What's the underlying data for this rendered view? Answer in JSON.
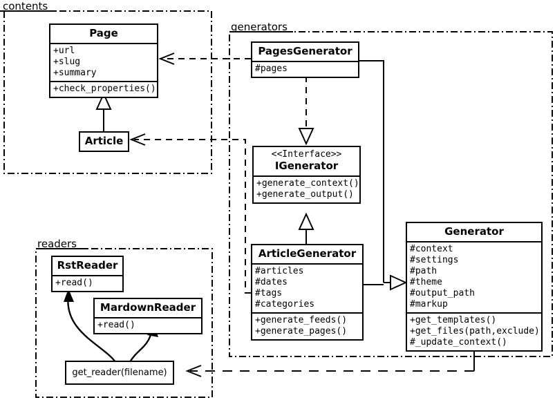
{
  "diagram": {
    "title": "UML class diagram",
    "stroke_color": "#000000",
    "background_color": "#ffffff"
  },
  "packages": [
    {
      "id": "contents",
      "label": "contents"
    },
    {
      "id": "generators",
      "label": "generators"
    },
    {
      "id": "readers",
      "label": "readers"
    }
  ],
  "classes": [
    {
      "id": "page",
      "name": "Page",
      "attributes": [
        "+url",
        "+slug",
        "+summary"
      ],
      "methods": [
        "+check_properties()"
      ]
    },
    {
      "id": "article",
      "name": "Article",
      "attributes": [],
      "methods": []
    },
    {
      "id": "pages_generator",
      "name": "PagesGenerator",
      "attributes": [
        "#pages"
      ],
      "methods": []
    },
    {
      "id": "igenerator",
      "stereotype": "<<Interface>>",
      "name": "IGenerator",
      "attributes": [],
      "methods": [
        "+generate_context()",
        "+generate_output()"
      ]
    },
    {
      "id": "article_generator",
      "name": "ArticleGenerator",
      "attributes": [
        "#articles",
        "#dates",
        "#tags",
        "#categories"
      ],
      "methods": [
        "+generate_feeds()",
        "+generate_pages()"
      ]
    },
    {
      "id": "generator",
      "name": "Generator",
      "attributes": [
        "#context",
        "#settings",
        "#path",
        "#theme",
        "#output_path",
        "#markup"
      ],
      "methods": [
        "+get_templates()",
        "+get_files(path,exclude)",
        "#_update_context()"
      ]
    },
    {
      "id": "rst_reader",
      "name": "RstReader",
      "attributes": [],
      "methods": [
        "+read()"
      ]
    },
    {
      "id": "mardown_reader",
      "name": "MardownReader",
      "attributes": [],
      "methods": [
        "+read()"
      ]
    }
  ],
  "functions": [
    {
      "id": "get_reader",
      "label": "get_reader(filename)"
    }
  ],
  "relationships": [
    {
      "from": "article",
      "to": "page",
      "type": "generalization"
    },
    {
      "from": "pages_generator",
      "to": "page",
      "type": "dependency"
    },
    {
      "from": "article_generator",
      "to": "article",
      "type": "dependency"
    },
    {
      "from": "pages_generator",
      "to": "igenerator",
      "type": "realization"
    },
    {
      "from": "article_generator",
      "to": "igenerator",
      "type": "generalization"
    },
    {
      "from": "pages_generator",
      "to": "generator",
      "type": "generalization"
    },
    {
      "from": "article_generator",
      "to": "generator",
      "type": "generalization"
    },
    {
      "from": "generator",
      "to": "get_reader",
      "type": "dependency"
    },
    {
      "from": "get_reader",
      "to": "rst_reader",
      "type": "association"
    },
    {
      "from": "get_reader",
      "to": "mardown_reader",
      "type": "association"
    }
  ]
}
